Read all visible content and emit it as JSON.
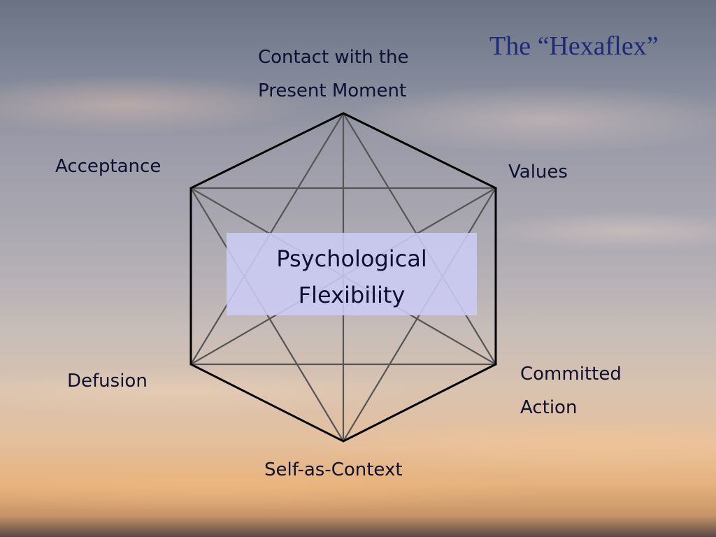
{
  "slide": {
    "title": "The “Hexaflex”"
  },
  "center": {
    "line1": "Psychological",
    "line2": "Flexibility"
  },
  "nodes": {
    "top": {
      "line1": "Contact with the",
      "line2": "Present Moment"
    },
    "upper_left": {
      "label": "Acceptance"
    },
    "upper_right": {
      "label": "Values"
    },
    "lower_left": {
      "label": "Defusion"
    },
    "lower_right": {
      "line1": "Committed",
      "line2": "Action"
    },
    "bottom": {
      "label": "Self-as-Context"
    }
  },
  "colors": {
    "title": "#1d2a78",
    "text": "#0d1030",
    "hexagon_outline": "#000000",
    "inner_lines": "#555555",
    "center_box": "#ccccf5"
  }
}
